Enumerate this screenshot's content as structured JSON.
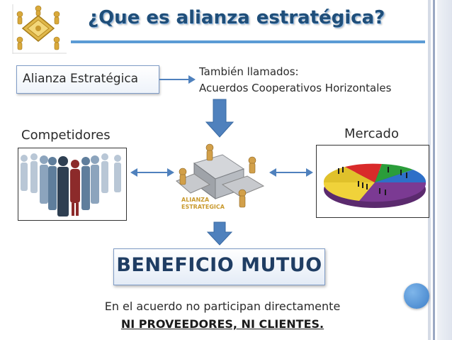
{
  "title": "¿Que es alianza estratégica?",
  "alianza_label": "Alianza Estratégica",
  "tambien": {
    "line1": "También llamados:",
    "line2": "Acuerdos Cooperativos Horizontales"
  },
  "competidores": "Competidores",
  "mercado": "Mercado",
  "puzzle_caption": {
    "line1": "ALIANZA",
    "line2": "ESTRATEGICA"
  },
  "beneficio": "BENEFICIO MUTUO",
  "bottom": {
    "line1": "En el acuerdo no participan directamente",
    "line2": "NI PROVEEDORES, NI CLIENTES."
  },
  "colors": {
    "accent": "#5b9bd5",
    "title": "#1f4e79",
    "arrow": "#4f81bd"
  }
}
